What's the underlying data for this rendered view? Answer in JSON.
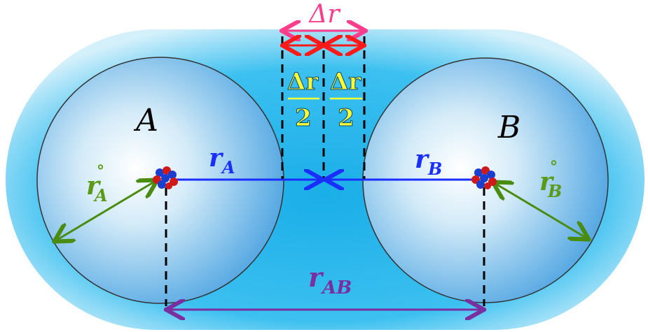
{
  "title_delta": "Δr",
  "half_delta": {
    "numerator": "Δr",
    "denominator": "2"
  },
  "atom_a": {
    "name": "A",
    "radius_label": "r",
    "radius_sub": "A",
    "vdw_label": "r",
    "vdw_sup": "°",
    "vdw_sub": "A"
  },
  "atom_b": {
    "name": "B",
    "radius_label": "r",
    "radius_sub": "B",
    "vdw_label": "r",
    "vdw_sup": "°",
    "vdw_sub": "B"
  },
  "distance": {
    "label": "r",
    "sub": "AB"
  },
  "colors": {
    "delta": "#ff3d8a",
    "half": "#ff1a1a",
    "radius": "#1a2eff",
    "vdw": "#4a8c10",
    "distance": "#7a2ea0",
    "fraction": "#ffff33"
  }
}
